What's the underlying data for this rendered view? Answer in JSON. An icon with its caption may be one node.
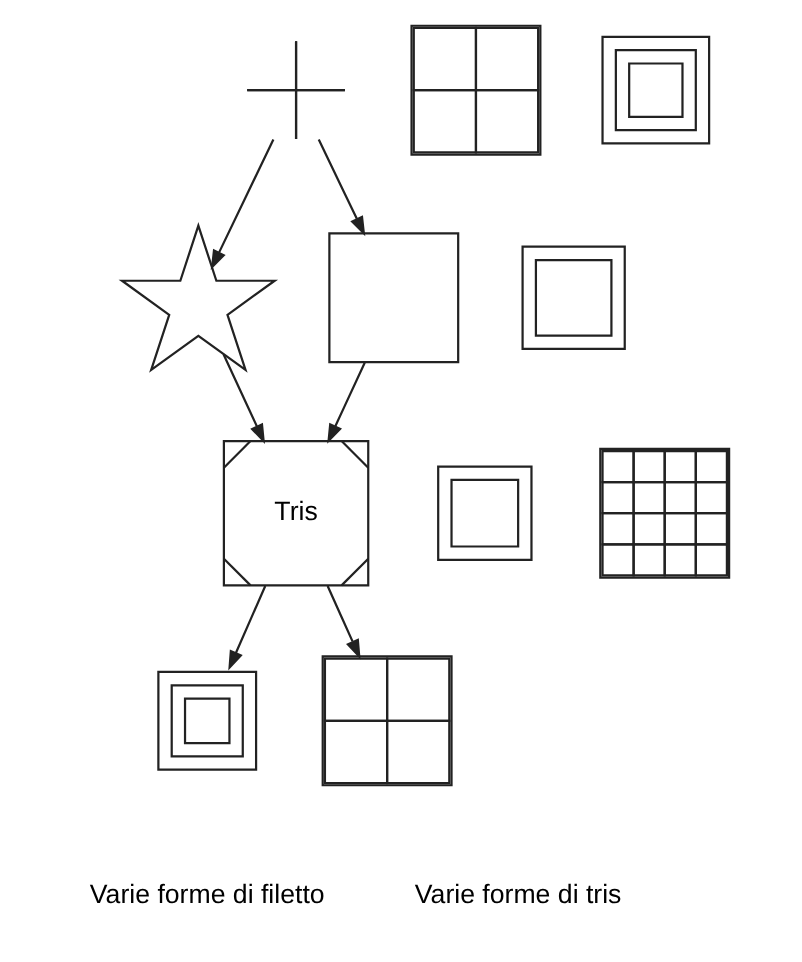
{
  "diagram": {
    "nodes": [
      {
        "text": [],
        "shape": "cross"
      },
      {
        "text": [],
        "shape": "star"
      },
      {
        "text": [],
        "shape": "box"
      },
      {
        "text": [
          "Tris"
        ]
      },
      {
        "text": [],
        "shape": "picture"
      },
      {
        "text": [],
        "shape": "picture"
      },
      {
        "text": [],
        "shape": "picture"
      },
      {
        "text": [],
        "shape": "picture"
      },
      {
        "text": [],
        "shape": "picture"
      },
      {
        "text": [],
        "shape": "picture"
      },
      {
        "text": [],
        "shape": "picture"
      }
    ],
    "edges": [
      {
        "from": 0,
        "to": 1,
        "arrow": "to"
      },
      {
        "from": 0,
        "to": 2,
        "arrow": "to"
      },
      {
        "from": 1,
        "to": 3,
        "arrow": "to"
      },
      {
        "from": 2,
        "to": 3,
        "arrow": "to"
      },
      {
        "from": 3,
        "to": 5,
        "arrow": "to"
      },
      {
        "from": 3,
        "to": 9,
        "arrow": "to"
      }
    ],
    "labels": [
      "Varie forme di filetto",
      "Varie forme di tris"
    ]
  }
}
